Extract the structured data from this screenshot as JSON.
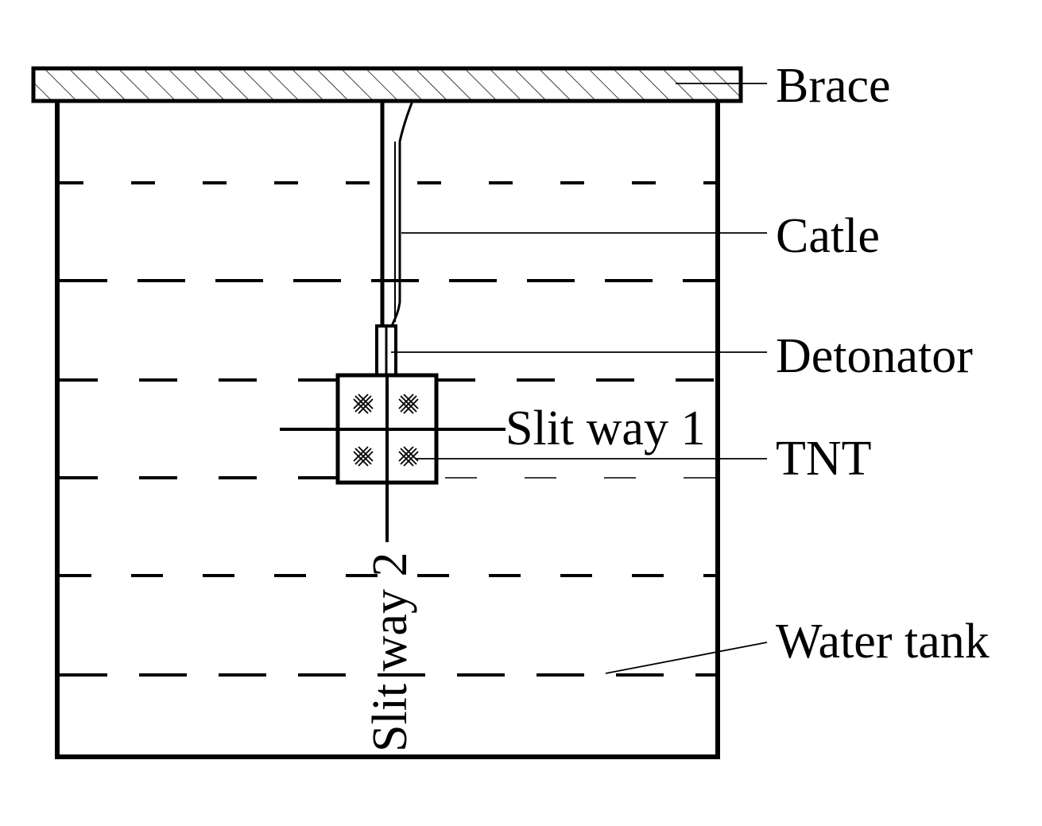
{
  "labels": {
    "brace": "Brace",
    "catle": "Catle",
    "detonator": "Detonator",
    "slit_way_1": "Slit way 1",
    "tnt": "TNT",
    "slit_way_2": "Slit way 2",
    "water_tank": "Water tank"
  },
  "colors": {
    "ink": "#000000",
    "background": "#ffffff"
  }
}
